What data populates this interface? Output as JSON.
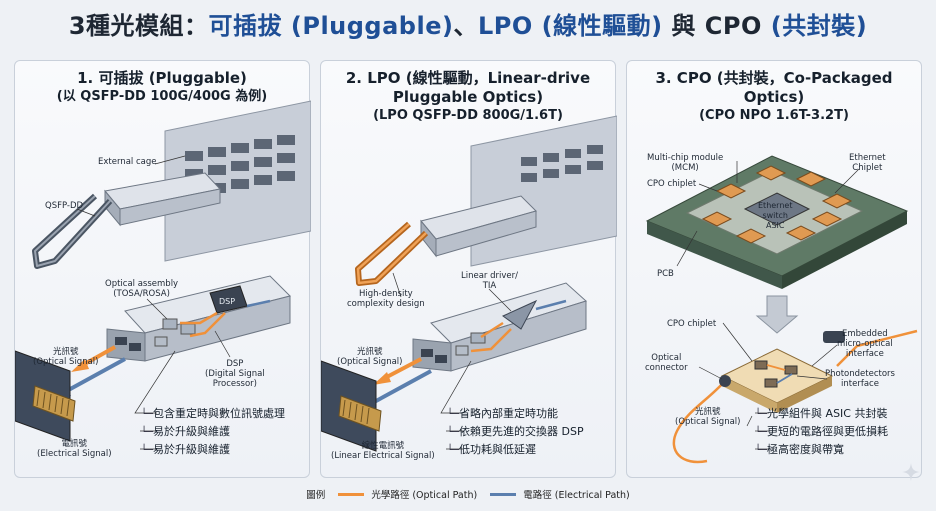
{
  "title": {
    "part1": "3種光模組：",
    "part2": "可插拔 (Pluggable)",
    "sep1": "、",
    "part3": "LPO (線性驅動)",
    "part4": " 與 ",
    "part5": "CPO",
    "part6": " (共封裝)"
  },
  "panels": [
    {
      "title": "1. 可插拔 (Pluggable)",
      "subtitle": "(以 QSFP-DD 100G/400G 為例)",
      "labels": {
        "cage": "External cage",
        "qsfp": "QSFP-DD",
        "optical_assembly": "Optical assembly\n(TOSA/ROSA)",
        "dsp_chip": "DSP",
        "dsp": "DSP\n(Digital Signal\nProcessor)",
        "optical_signal": "光訊號\n(Optical Signal)",
        "electrical_signal": "電訊號\n(Electrical Signal)"
      },
      "bullets": [
        "包含重定時與數位訊號處理",
        "易於升級與維護",
        "易於升級與維護"
      ]
    },
    {
      "title": "2. LPO (線性驅動，Linear-drive",
      "title2": "Pluggable Optics)",
      "subtitle": "(LPO QSFP-DD 800G/1.6T)",
      "labels": {
        "linear_driver": "Linear driver/\nTIA",
        "high_density": "High-density\ncomplexity design",
        "optical_signal": "光訊號\n(Optical Signal)",
        "electrical_signal": "線性電訊號\n(Linear Electrical Signal)"
      },
      "bullets": [
        "省略內部重定時功能",
        "依賴更先進的交換器 DSP",
        "低功耗與低延遲"
      ]
    },
    {
      "title": "3. CPO (共封裝，Co-Packaged",
      "title2": "Optics)",
      "subtitle": "(CPO NPO 1.6T-3.2T)",
      "labels": {
        "mcm": "Multi-chip module\n(MCM)",
        "ethernet_chiplet": "Ethernet\nChiplet",
        "cpo_chiplet_top": "CPO chiplet",
        "asic": "Ethernet\nswitch\nASIC",
        "pcb": "PCB",
        "cpo_chiplet": "CPO chiplet",
        "embedded": "Embedded\nmicro-optical\ninterface",
        "optical_connector": "Optical\nconnector",
        "photodetectors": "Photondetectors\ninterface",
        "optical_signal": "光訊號\n(Optical Signal)"
      },
      "bullets": [
        "光學組件與 ASIC 共封裝",
        "更短的電路徑與更低損耗",
        "極高密度與帶寬"
      ]
    }
  ],
  "legend": {
    "title": "圖例",
    "optical": "光學路徑 (Optical Path)",
    "electrical": "電路徑 (Electrical Path)",
    "optical_color": "#f0913a",
    "electrical_color": "#5b7fae"
  }
}
